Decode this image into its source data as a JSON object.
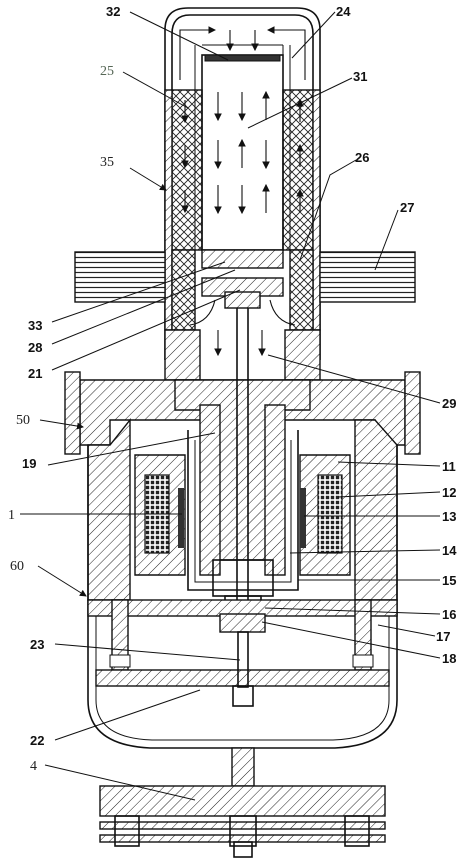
{
  "labels": {
    "l32": "32",
    "l24": "24",
    "l25": "25",
    "l31": "31",
    "l35": "35",
    "l26": "26",
    "l27": "27",
    "l33": "33",
    "l28": "28",
    "l21": "21",
    "l29": "29",
    "l50": "50",
    "l19": "19",
    "l11": "11",
    "l12": "12",
    "l1": "1",
    "l13": "13",
    "l60": "60",
    "l14": "14",
    "l15": "15",
    "l16": "16",
    "l17": "17",
    "l23": "23",
    "l18": "18",
    "l22": "22",
    "l4": "4"
  }
}
